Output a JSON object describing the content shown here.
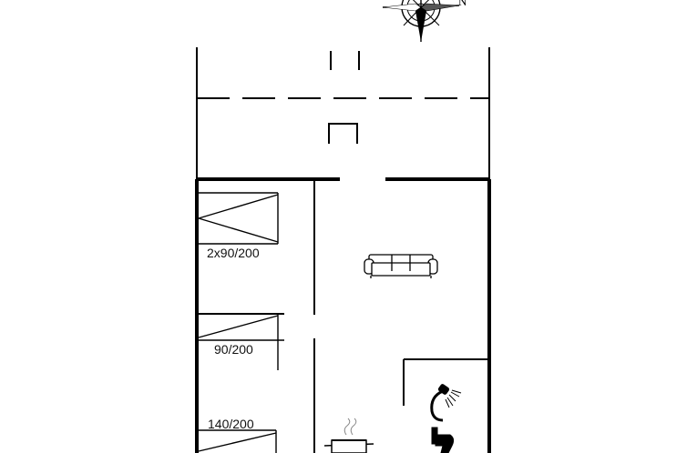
{
  "compass": {
    "north_label": "N"
  },
  "beds": [
    {
      "label": "2x90/200"
    },
    {
      "label": "90/200"
    },
    {
      "label": "140/200"
    }
  ],
  "icons": [
    "compass-rose-icon",
    "sofa-icon",
    "shower-icon",
    "toilet-icon",
    "cooking-pot-icon"
  ],
  "colors": {
    "line": "#000000",
    "background": "#ffffff"
  }
}
